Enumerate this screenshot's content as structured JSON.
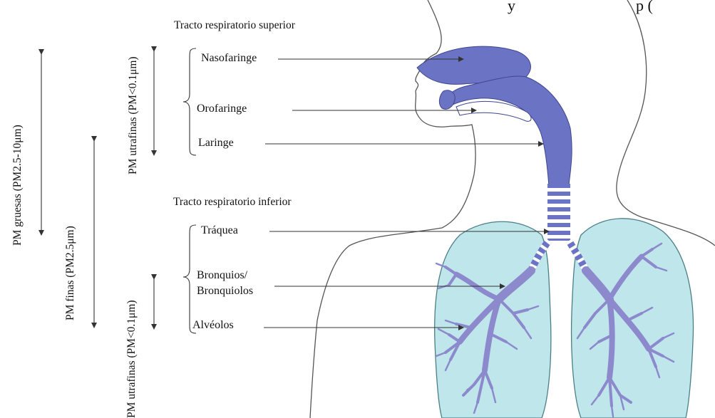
{
  "top_caption": "y",
  "top_caption_right": "p (",
  "headers": {
    "upper_tract": "Tracto respiratorio superior",
    "lower_tract": "Tracto respiratorio inferior"
  },
  "structures": {
    "nasopharynx": "Nasofaringe",
    "oropharynx": "Orofaringe",
    "larynx": "Laringe",
    "trachea": "Tráquea",
    "bronchi_line1": "Bronquios/",
    "bronchi_line2": "Bronquiolos",
    "alveoli": "Alvéolos"
  },
  "particle_ranges": {
    "coarse": "PM gruesas (PM2.5-10μm)",
    "fine": "PM finas (PM2.5μm)",
    "ultrafine_upper": "PM utrafinas (PM<0.1μm)",
    "ultrafine_lower": "PM utrafinas (PM<0.1μm)"
  },
  "colors": {
    "airway_blue": "#6b74c4",
    "lung_fill": "#bfe6ea",
    "bronchi_fill": "#a9a7dc",
    "outline": "#3a3a3a"
  }
}
